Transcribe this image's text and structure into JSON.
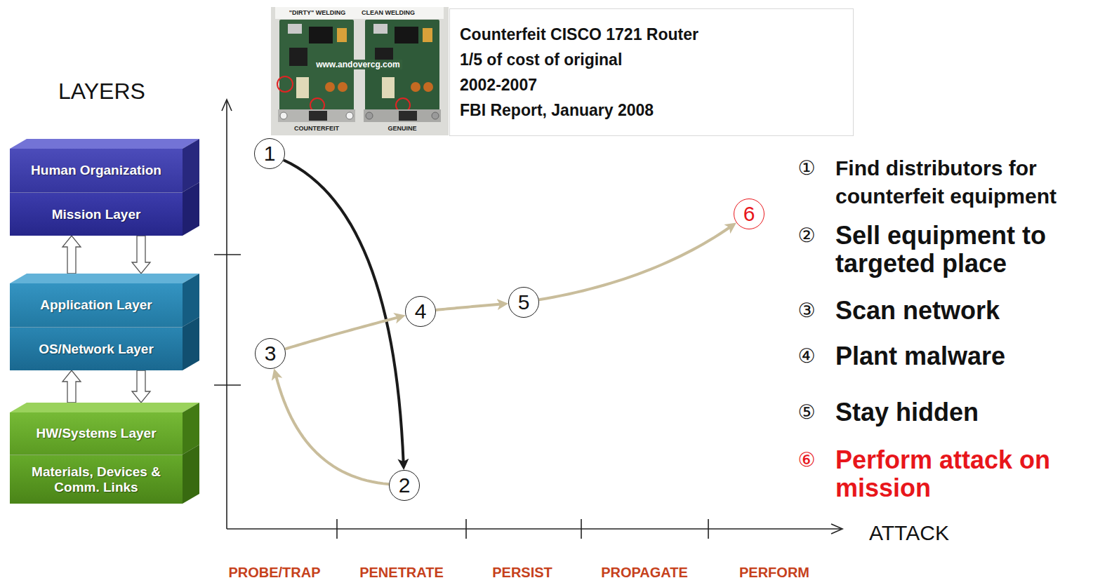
{
  "diagram": {
    "nodes": [
      {
        "text": [
          "Counterfeit CISCO 1721 Router",
          "1/5 of cost of original",
          "2002-2007",
          "FBI Report, January 2008"
        ]
      },
      {
        "text": [
          "Human Organization"
        ]
      },
      {
        "text": [
          "Mission Layer"
        ]
      },
      {
        "text": [
          "Application Layer"
        ]
      },
      {
        "text": [
          "OS/Network Layer"
        ]
      },
      {
        "text": [
          "HW/Systems Layer"
        ]
      },
      {
        "text": [
          "Materials, Devices & Comm. Links"
        ]
      },
      {
        "text": [
          "1"
        ]
      },
      {
        "text": [
          "2"
        ]
      },
      {
        "text": [
          "3"
        ]
      },
      {
        "text": [
          "4"
        ]
      },
      {
        "text": [
          "5"
        ]
      },
      {
        "text": [
          "6"
        ]
      }
    ],
    "edges": [
      {
        "from": 3,
        "to": 2,
        "arrow": "to"
      },
      {
        "from": 2,
        "to": 3,
        "arrow": "to"
      },
      {
        "from": 5,
        "to": 4,
        "arrow": "to"
      },
      {
        "from": 4,
        "to": 5,
        "arrow": "to"
      },
      {
        "from": 7,
        "to": 8,
        "arrow": "to"
      },
      {
        "from": 8,
        "to": 9,
        "arrow": "to"
      },
      {
        "from": 9,
        "to": 10,
        "arrow": "to"
      },
      {
        "from": 10,
        "to": 11,
        "arrow": "to"
      },
      {
        "from": 11,
        "to": 12,
        "arrow": "to"
      }
    ],
    "labels": [
      "\"DIRTY\" WELDING",
      "CLEAN WELDING",
      "www.andovercg.com",
      "COUNTERFEIT",
      "GENUINE",
      "LAYERS",
      "①",
      "Find distributors for counterfeit equipment",
      "②",
      "Sell equipment to targeted place",
      "③",
      "Scan network",
      "④",
      "Plant malware",
      "⑤",
      "Stay hidden",
      "⑥",
      "Perform attack on mission",
      "ATTACK",
      "PROBE/TRAP",
      "PENETRATE",
      "PERSIST",
      "PROPAGATE",
      "PERFORM"
    ]
  }
}
